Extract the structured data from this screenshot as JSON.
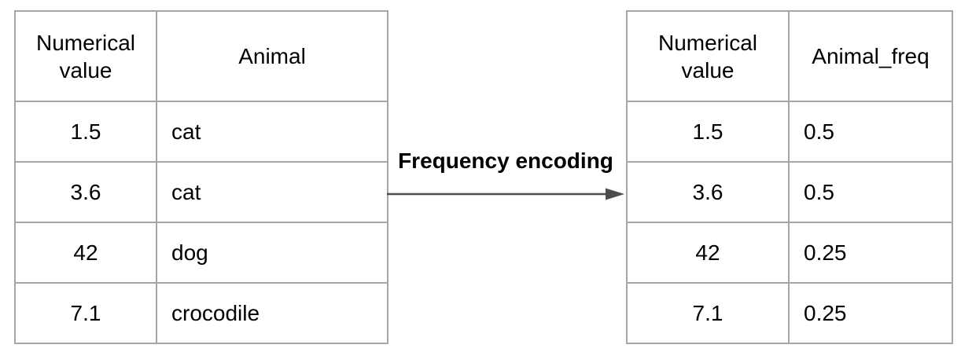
{
  "diagram": {
    "arrow_label": "Frequency encoding",
    "source_table": {
      "headers": [
        "Numerical value",
        "Animal"
      ],
      "rows": [
        [
          "1.5",
          "cat"
        ],
        [
          "3.6",
          "cat"
        ],
        [
          "42",
          "dog"
        ],
        [
          "7.1",
          "crocodile"
        ]
      ]
    },
    "encoded_table": {
      "headers": [
        "Numerical value",
        "Animal_freq"
      ],
      "rows": [
        [
          "1.5",
          "0.5"
        ],
        [
          "3.6",
          "0.5"
        ],
        [
          "42",
          "0.25"
        ],
        [
          "7.1",
          "0.25"
        ]
      ]
    },
    "colors": {
      "background": "#ffffff",
      "table_border": "#a6a6a6",
      "arrow": "#4d4d4d",
      "text": "#000000"
    }
  }
}
